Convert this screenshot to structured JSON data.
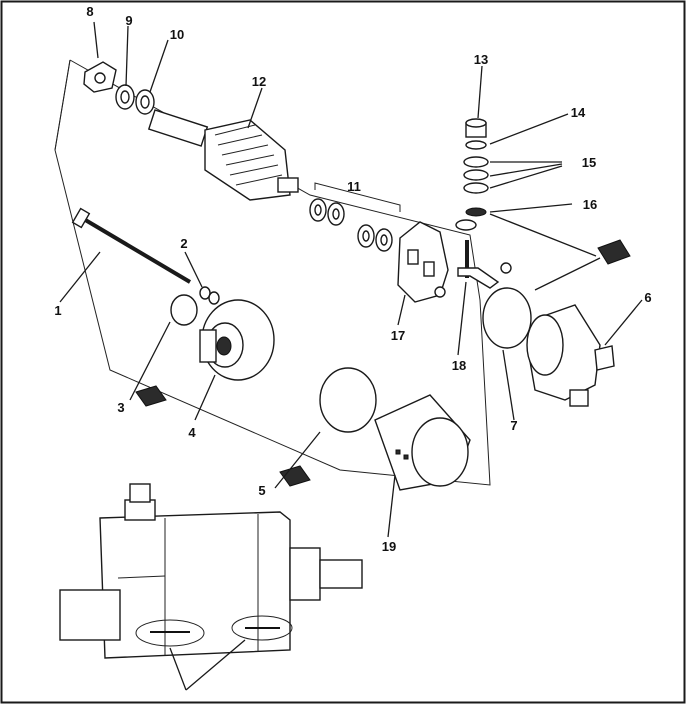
{
  "figure": {
    "callouts": [
      {
        "id": "c1",
        "text": "1"
      },
      {
        "id": "c2",
        "text": "2"
      },
      {
        "id": "c3",
        "text": "3"
      },
      {
        "id": "c4",
        "text": "4"
      },
      {
        "id": "c5",
        "text": "5"
      },
      {
        "id": "c6",
        "text": "6"
      },
      {
        "id": "c7",
        "text": "7"
      },
      {
        "id": "c8",
        "text": "8"
      },
      {
        "id": "c9",
        "text": "9"
      },
      {
        "id": "c10",
        "text": "10"
      },
      {
        "id": "c11",
        "text": "11"
      },
      {
        "id": "c12",
        "text": "12"
      },
      {
        "id": "c13",
        "text": "13"
      },
      {
        "id": "c14",
        "text": "14"
      },
      {
        "id": "c15",
        "text": "15"
      },
      {
        "id": "c16",
        "text": "16"
      },
      {
        "id": "c17",
        "text": "17"
      },
      {
        "id": "c18",
        "text": "18"
      },
      {
        "id": "c19",
        "text": "19"
      }
    ],
    "border_color": "#1a1a1a",
    "background": "#ffffff"
  }
}
